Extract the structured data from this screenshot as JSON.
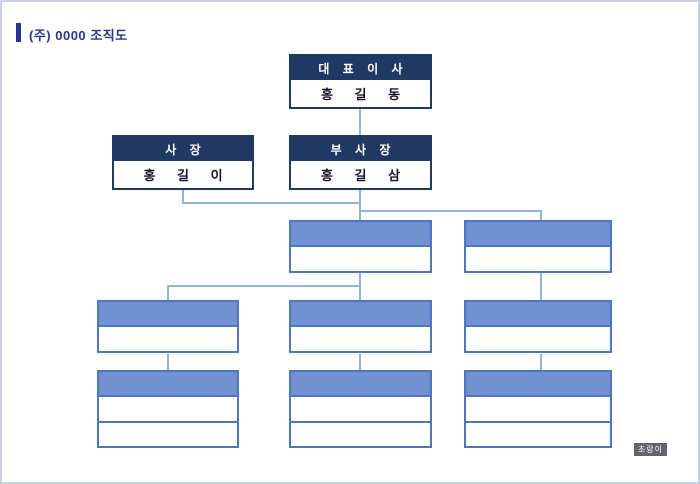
{
  "page": {
    "title": "(주) 0000 조직도",
    "watermark": "초랑이"
  },
  "colors": {
    "title_blue": "#2e3192",
    "navy_header": "#1f3864",
    "blue_header": "#7291d0",
    "blue_border": "#4f74c2",
    "connector_line": "#8eb4e3",
    "page_border": "#c9d1e4",
    "watermark_bg": "#63636e"
  },
  "org": {
    "ceo": {
      "title": "대 표 이 사",
      "name": "홍  길  동"
    },
    "president": {
      "title": "사 장",
      "name": "홍  길  이"
    },
    "vice_president": {
      "title": "부 사 장",
      "name": "홍  길  삼"
    }
  }
}
